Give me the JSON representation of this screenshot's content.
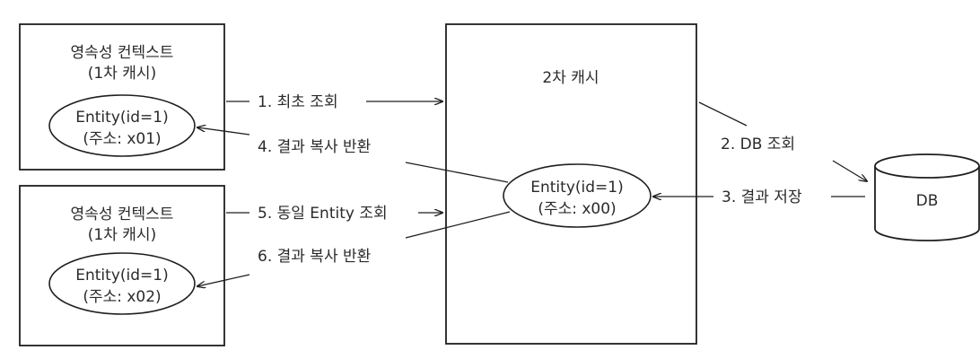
{
  "colors": {
    "line": "#1f1f1f",
    "text": "#2a2a2a",
    "background": "#ffffff"
  },
  "context_top": {
    "title_line1": "영속성 컨텍스트",
    "title_line2": "(1차 캐시)",
    "entity_line1": "Entity(id=1)",
    "entity_line2": "(주소: x01)"
  },
  "context_bottom": {
    "title_line1": "영속성 컨텍스트",
    "title_line2": "(1차 캐시)",
    "entity_line1": "Entity(id=1)",
    "entity_line2": "(주소: x02)"
  },
  "cache2": {
    "title": "2차 캐시",
    "entity_line1": "Entity(id=1)",
    "entity_line2": "(주소: x00)"
  },
  "database": {
    "label": "DB"
  },
  "steps": {
    "step1": "1. 최초 조회",
    "step2": "2. DB 조회",
    "step3": "3. 결과 저장",
    "step4": "4. 결과 복사 반환",
    "step5": "5. 동일 Entity 조회",
    "step6": "6. 결과 복사 반환"
  }
}
